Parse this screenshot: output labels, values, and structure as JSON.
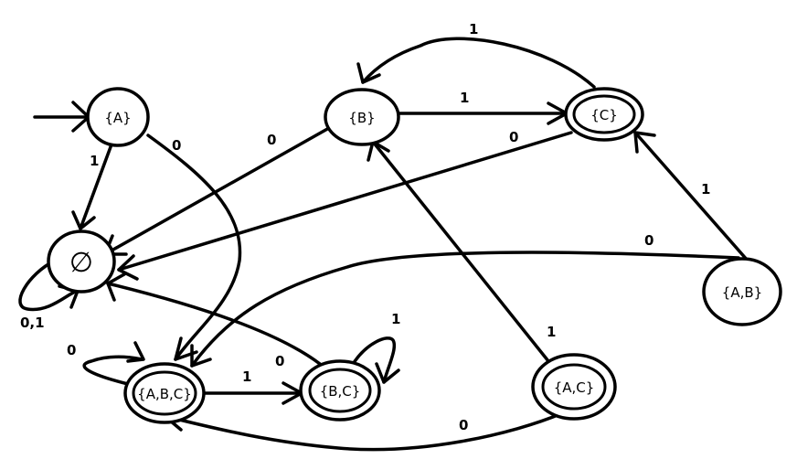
{
  "states": {
    "A": "{A}",
    "B": "{B}",
    "C": "{C}",
    "empty": "∅",
    "AB": "{A,B}",
    "ABC": "{A,B,C}",
    "BC": "{B,C}",
    "AC": "{A,C}"
  },
  "edges": {
    "A_empty": "1",
    "A_ABC": "0",
    "B_C": "1",
    "B_empty": "0",
    "C_B": "1",
    "C_empty": "0",
    "AB_C": "1",
    "AB_ABC": "0",
    "empty_loop": "0,1",
    "ABC_loop": "0",
    "ABC_BC": "1",
    "BC_loop": "1",
    "BC_empty": "0",
    "AC_B": "1",
    "AC_ABC": "0"
  },
  "accepting_states": [
    "C",
    "ABC",
    "BC",
    "AC"
  ],
  "start_state": "A"
}
